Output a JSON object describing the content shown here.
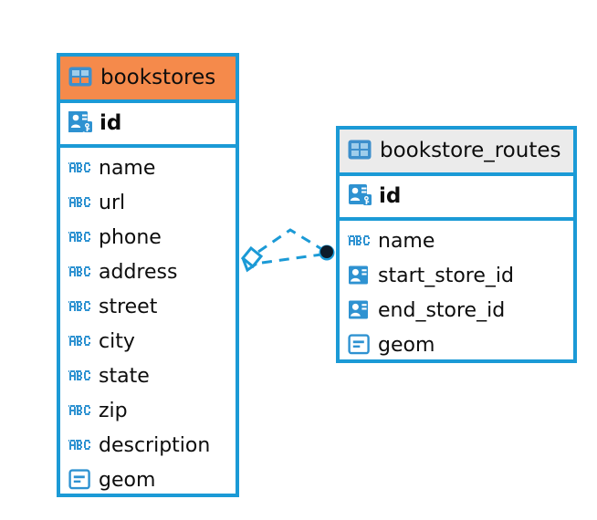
{
  "diagram": {
    "type": "entity-relationship-diagram",
    "background": "#ffffff",
    "accent_color": "#1b9ad6",
    "highlight_color": "#f58a4b",
    "header_grey": "#ebebeb"
  },
  "entities": [
    {
      "id": "bookstores",
      "title": "bookstores",
      "header_style": "orange",
      "table_icon": "table-icon",
      "primary_key": {
        "name": "id",
        "icon": "primary-key-icon"
      },
      "fields": [
        {
          "name": "name",
          "icon": "abc-text-icon"
        },
        {
          "name": "url",
          "icon": "abc-text-icon"
        },
        {
          "name": "phone",
          "icon": "abc-text-icon"
        },
        {
          "name": "address",
          "icon": "abc-text-icon"
        },
        {
          "name": "street",
          "icon": "abc-text-icon"
        },
        {
          "name": "city",
          "icon": "abc-text-icon"
        },
        {
          "name": "state",
          "icon": "abc-text-icon"
        },
        {
          "name": "zip",
          "icon": "abc-text-icon"
        },
        {
          "name": "description",
          "icon": "abc-text-icon"
        },
        {
          "name": "geom",
          "icon": "geometry-icon"
        }
      ]
    },
    {
      "id": "bookstore_routes",
      "title": "bookstore_routes",
      "header_style": "grey",
      "table_icon": "table-icon",
      "primary_key": {
        "name": "id",
        "icon": "primary-key-icon"
      },
      "fields": [
        {
          "name": "name",
          "icon": "abc-text-icon"
        },
        {
          "name": "start_store_id",
          "icon": "foreign-key-icon"
        },
        {
          "name": "end_store_id",
          "icon": "foreign-key-icon"
        },
        {
          "name": "geom",
          "icon": "geometry-icon"
        }
      ]
    }
  ],
  "relationship": {
    "from_entity": "bookstores",
    "to_entity": "bookstore_routes",
    "from_marker": "diamond-crowsfoot-marker",
    "to_marker": "filled-circle-marker",
    "line_style": "dashed",
    "line_color": "#1b9ad6",
    "marker_fill": "#0d1b2a"
  }
}
